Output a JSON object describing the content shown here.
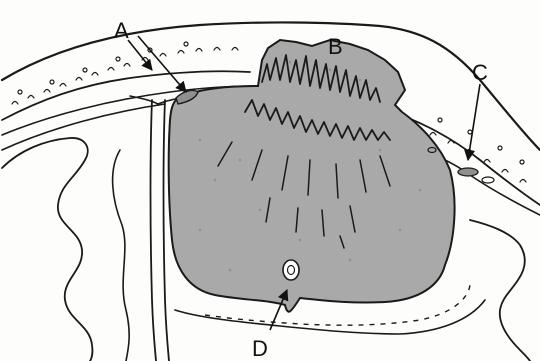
{
  "labels": {
    "a": "A",
    "b": "B",
    "c": "C",
    "d": "D"
  },
  "colors": {
    "ink": "#1a1a1a",
    "mass": "#a9a9a9",
    "background": "#fdfdfb"
  }
}
